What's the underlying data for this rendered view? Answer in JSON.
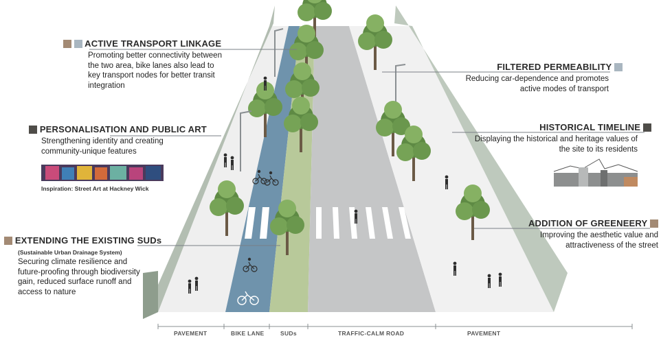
{
  "callouts": {
    "active_transport": {
      "title": "ACTIVE TRANSPORT LINKAGE",
      "text": "Promoting better connectivity between the two area, bike lanes also lead to key transport nodes for better transit integration",
      "swatch_colors": [
        "#a38a74",
        "#a9b6c0"
      ]
    },
    "personalisation": {
      "title": "PERSONALISATION AND PUBLIC ART",
      "text": "Strengthening  identity and creating community-unique features",
      "inspiration": "Inspiration: Street Art at Hackney Wick",
      "swatch_color": "#4f4d49"
    },
    "suds": {
      "title": "EXTENDING THE EXISTING SUDs",
      "subtitle": "(Sustainable Urban Drainage System)",
      "text": "Securing climate resilience and future-proofing through biodiversity gain, reduced surface runoff and access to nature",
      "swatch_color": "#a38a74"
    },
    "filtered": {
      "title": "FILTERED PERMEABILITY",
      "text": "Reducing car-dependence and promotes active modes of transport",
      "swatch_color": "#a9b6c0"
    },
    "historical": {
      "title": "HISTORICAL TIMELINE",
      "text": "Displaying the historical and heritage values of the site to its residents",
      "swatch_color": "#4f4d49"
    },
    "greenery": {
      "title": "ADDITION OF GREENEERY",
      "text": "Improving the aesthetic value and attractiveness of the street",
      "swatch_color": "#a38a74"
    }
  },
  "sections": [
    "PAVEMENT",
    "BIKE LANE",
    "SUDs",
    "TRAFFIC-CALM ROAD",
    "PAVEMENT"
  ],
  "colors": {
    "bike_lane": "#6f93ac",
    "suds": "#b8c99a",
    "road": "#c5c6c7",
    "wall": "#a6b3a5",
    "tree": "#6f9a4e"
  }
}
